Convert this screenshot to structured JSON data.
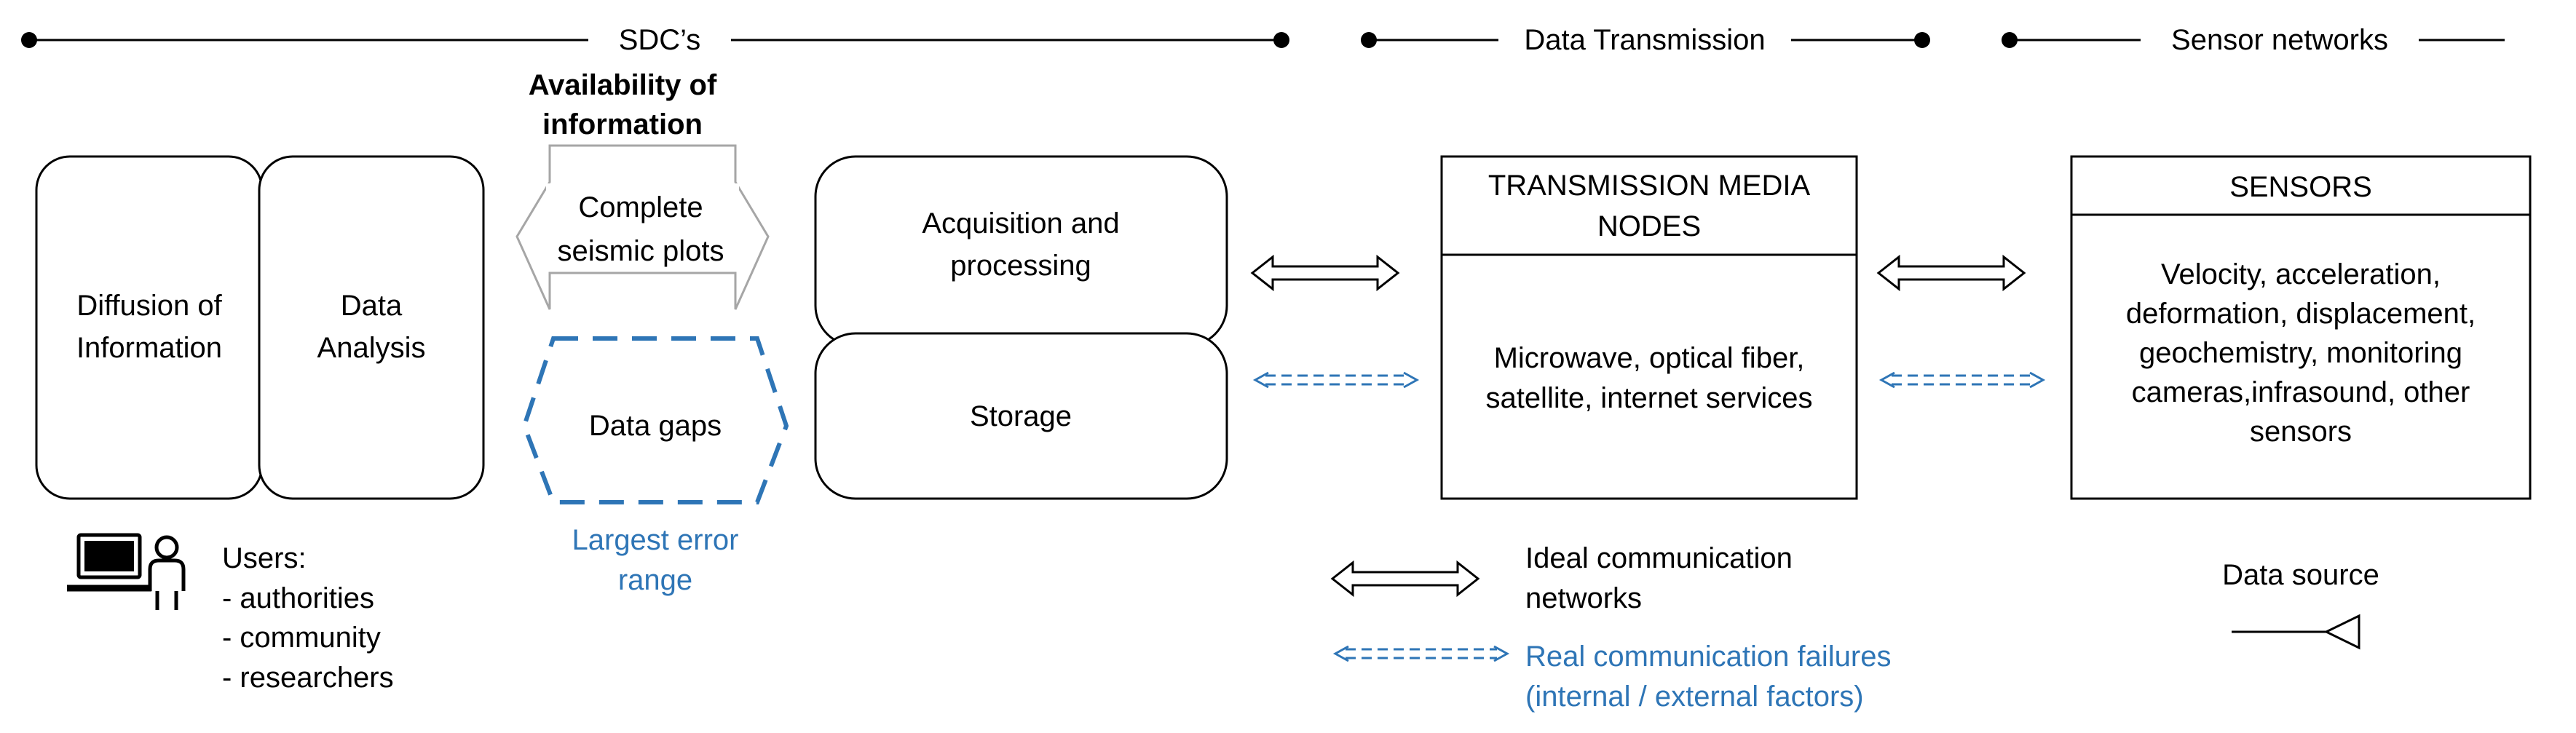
{
  "header": {
    "sdc_label": "SDC’s",
    "transmission_label": "Data Transmission",
    "sensor_networks_label": "Sensor networks"
  },
  "users_block": {
    "diffusion_line1": "Diffusion of",
    "diffusion_line2": "Information",
    "analysis_line1": "Data",
    "analysis_line2": "Analysis",
    "users_title": "Users:",
    "user_authorities": "- authorities",
    "user_community": "- community",
    "user_researchers": "- researchers"
  },
  "availability": {
    "title_line1": "Availability of",
    "title_line2": "information",
    "plots_line1": "Complete",
    "plots_line2": "seismic plots",
    "gaps_label": "Data gaps",
    "error_line1": "Largest error",
    "error_line2": "range"
  },
  "acquisition": {
    "line1": "Acquisition and",
    "line2": "processing",
    "storage": "Storage"
  },
  "transmission_media": {
    "header_line1": "TRANSMISSION MEDIA",
    "header_line2": "NODES",
    "body_line1": "Microwave, optical fiber,",
    "body_line2": "satellite, internet services"
  },
  "sensors": {
    "header": "SENSORS",
    "line1": "Velocity, acceleration,",
    "line2": "deformation, displacement,",
    "line3": "geochemistry, monitoring",
    "line4": "cameras,infrasound, other",
    "line5": "sensors"
  },
  "legend": {
    "ideal_line1": "Ideal communication",
    "ideal_line2": "networks",
    "failures_line1": "Real communication failures",
    "failures_line2": "(internal / external factors)",
    "data_source": "Data source"
  },
  "colors": {
    "ink": "#000000",
    "accent_blue": "#2e75b6",
    "outline_gray": "#a6a6a6"
  }
}
